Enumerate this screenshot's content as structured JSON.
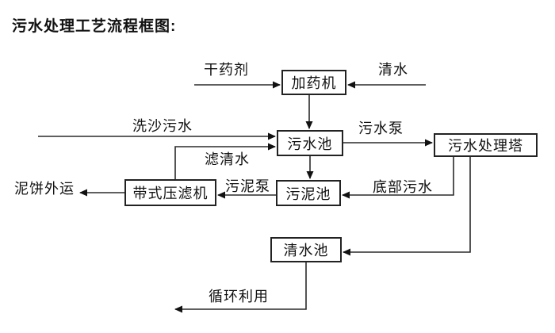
{
  "title": "污水处理工艺流程框图:",
  "diagram": {
    "nodes": {
      "dosing_machine": "加药机",
      "sewage_pool": "污水池",
      "treatment_tower": "污水处理塔",
      "sludge_pool": "污泥池",
      "belt_filter_press": "带式压滤机",
      "clear_water_pool": "清水池"
    },
    "flows": {
      "dry_chemical": "干药剂",
      "clean_water": "清水",
      "sand_washing_sewage": "洗沙污水",
      "sewage_pump": "污水泵",
      "filtered_water": "滤清水",
      "sludge_pump": "污泥泵",
      "bottom_sewage": "底部污水",
      "mud_cake_out": "泥饼外运",
      "recycling": "循环利用"
    },
    "colors": {
      "line": "#2a2a2a",
      "box_border": "#222222",
      "text": "#111111",
      "background": "#ffffff"
    }
  }
}
